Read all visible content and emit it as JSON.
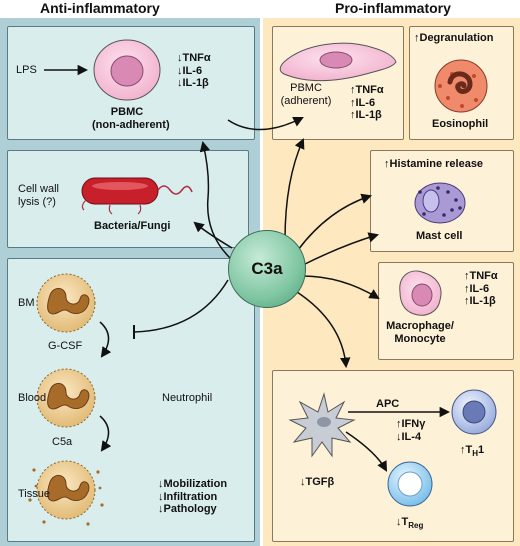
{
  "headers": {
    "left": "Anti-inflammatory",
    "right": "Pro-inflammatory"
  },
  "center": "C3a",
  "lps_panel": {
    "lps": "LPS",
    "cell_label": "PBMC\n(non-adherent)",
    "effects": "↓TNFα\n↓IL-6\n↓IL-1β"
  },
  "bacteria_panel": {
    "lysis": "Cell wall\nlysis (?)",
    "label": "Bacteria/Fungi"
  },
  "neutrophil_panel": {
    "bm": "BM",
    "gcsf": "G-CSF",
    "blood": "Blood",
    "neutrophil": "Neutrophil",
    "c5a": "C5a",
    "tissue": "Tissue",
    "effects": "↓Mobilization\n↓Infiltration\n↓Pathology"
  },
  "pbmc_adherent": {
    "label": "PBMC\n(adherent)",
    "effects": "↑TNFα\n↑IL-6\n↑IL-1β"
  },
  "eosinophil": {
    "effect": "↑Degranulation",
    "label": "Eosinophil"
  },
  "mast_cell": {
    "effect": "↑Histamine release",
    "label": "Mast cell"
  },
  "macrophage": {
    "effects": "↑TNFα\n↑IL-6\n↑IL-1β",
    "label": "Macrophage/\nMonocyte"
  },
  "apc_panel": {
    "apc": "APC",
    "effects": "↑IFNγ\n↓IL-4",
    "tgf": "↓TGFβ",
    "th1": "↑T",
    "th1_sub": "H",
    "th1_tail": "1",
    "treg": "↓T",
    "treg_sub": "Reg"
  },
  "colors": {
    "left_bg": "#aecfd6",
    "right_bg": "#fde8bf",
    "c3a": "#7fc6a2",
    "bacteria": "#c8202a",
    "neutrophil": "#e8c88a",
    "mast_cell": "#a99ad6"
  }
}
